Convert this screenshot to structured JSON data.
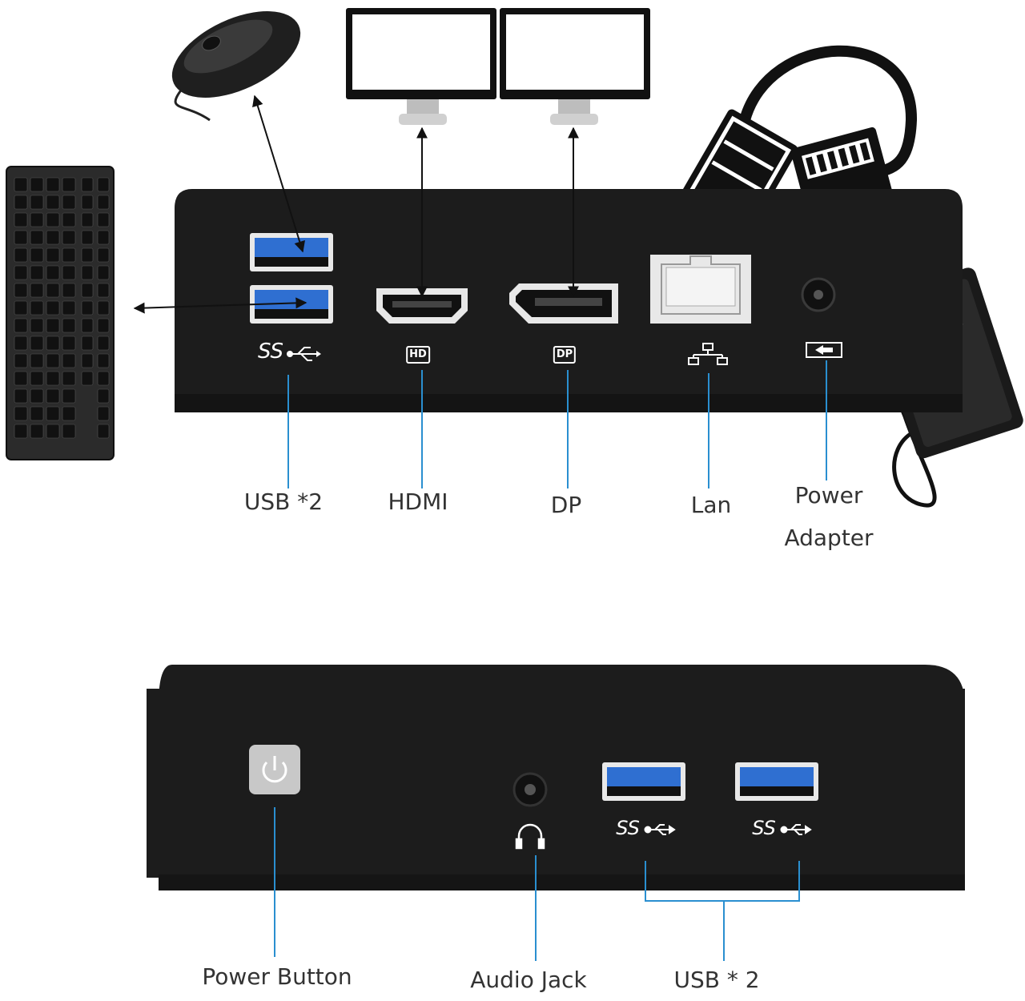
{
  "labels": {
    "rear_usb": "USB *2",
    "hdmi": "HDMI",
    "dp": "DP",
    "lan": "Lan",
    "power_line1": "Power",
    "power_line2": "Adapter",
    "power_button": "Power Button",
    "audio_jack": "Audio Jack",
    "front_usb": "USB * 2"
  },
  "port_markings": {
    "superspeed": "SS",
    "hd": "HD",
    "dp": "DP"
  },
  "colors": {
    "device_body": "#1c1c1c",
    "usb_blue": "#2f6fd1",
    "callout_line": "#2a8fd0",
    "label_text": "#333333"
  },
  "icons": [
    "mouse-icon",
    "keyboard-icon",
    "monitor-icon",
    "ethernet-cable-icon",
    "power-adapter-icon",
    "power-icon",
    "headphone-icon",
    "usb-icon",
    "network-icon"
  ]
}
